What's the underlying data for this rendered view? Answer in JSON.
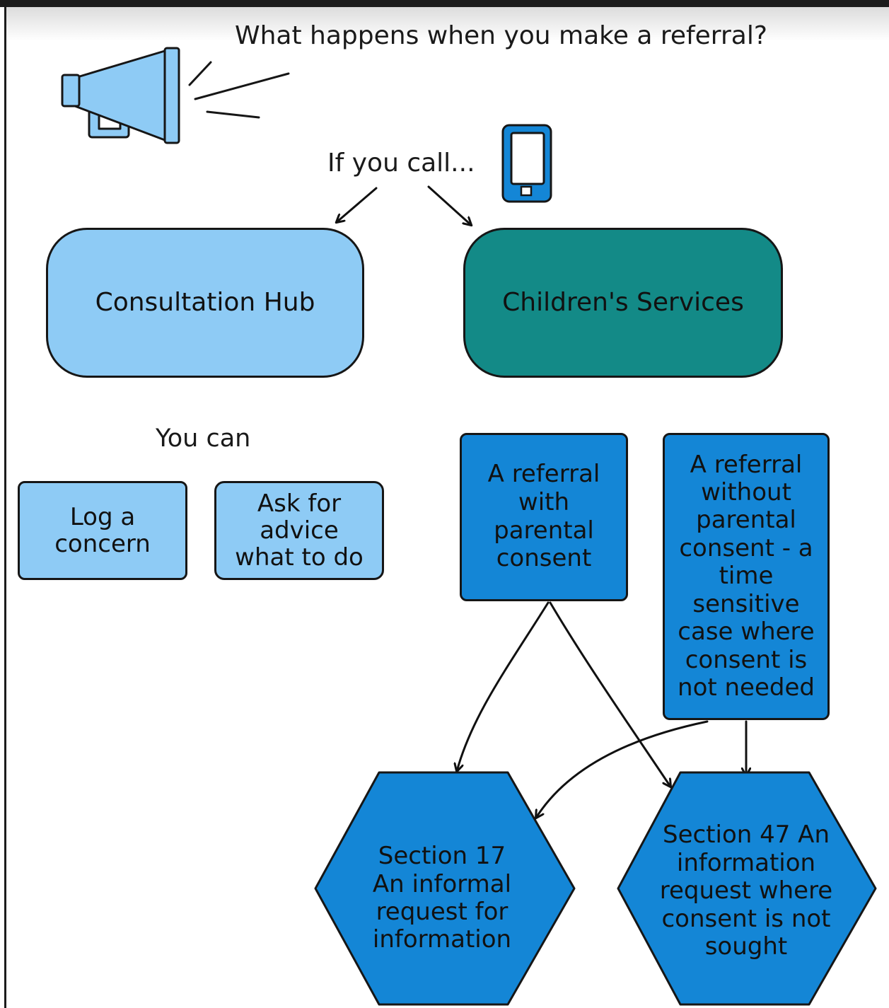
{
  "title": "What happens when you make a referral?",
  "prompt": "If you call...",
  "you_can": "You can",
  "nodes": {
    "consultation_hub": "Consultation Hub",
    "childrens_services": "Children's Services",
    "log_concern": [
      "Log a",
      "concern"
    ],
    "ask_advice": [
      "Ask for",
      "advice",
      "what to do"
    ],
    "with_consent": [
      "A referral",
      "with",
      "parental",
      "consent"
    ],
    "without_consent": [
      "A referral",
      "without",
      "parental",
      "consent - a",
      "time",
      "sensitive",
      "case where",
      "consent is",
      "not needed"
    ],
    "section17": [
      "Section 17",
      "An informal",
      "request for",
      "information"
    ],
    "section47": [
      "Section 47 An",
      "information",
      "request where",
      "consent is not",
      "sought"
    ]
  },
  "colors": {
    "light_blue": "#8ecbf5",
    "teal": "#138a87",
    "blue": "#1486d6",
    "outline": "#161616"
  },
  "icons": [
    "megaphone-icon",
    "phone-icon"
  ]
}
